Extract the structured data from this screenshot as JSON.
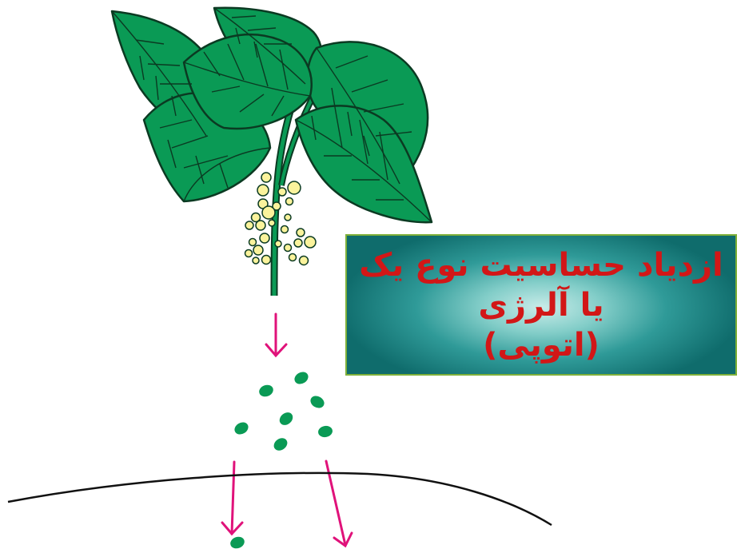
{
  "label": {
    "lines": [
      "ازدیاد حساسیت نوع یک",
      "یا آلرژی",
      "(اتوپی)"
    ]
  },
  "colors": {
    "leaf_fill": "#0a9a55",
    "leaf_stroke": "#0b3a22",
    "pollen": "#fbf39c",
    "arrow": "#e0127a",
    "box_text": "#d21717",
    "box_border": "#7fb03a"
  }
}
